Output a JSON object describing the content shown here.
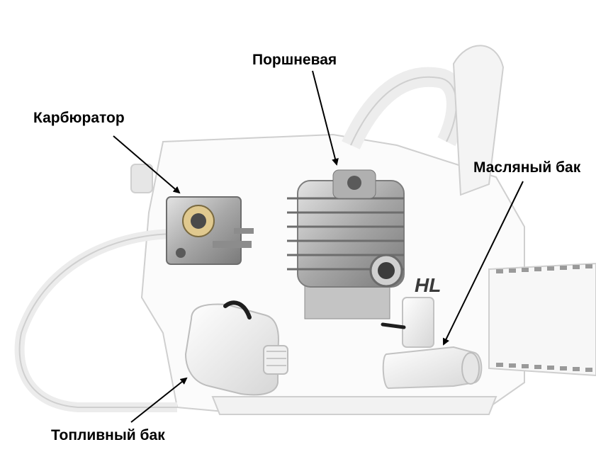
{
  "labels": {
    "piston": "Поршневая",
    "carburetor": "Карбюратор",
    "oil_tank": "Масляный бак",
    "fuel_tank": "Топливный бак"
  },
  "brand_text": "HL",
  "colors": {
    "label": "#000000",
    "arrow": "#000000",
    "outline": "#c8c8c8",
    "metal": "#b9b9b9",
    "metal_dark": "#6f6f6f",
    "plastic": "#f2f2f2"
  }
}
